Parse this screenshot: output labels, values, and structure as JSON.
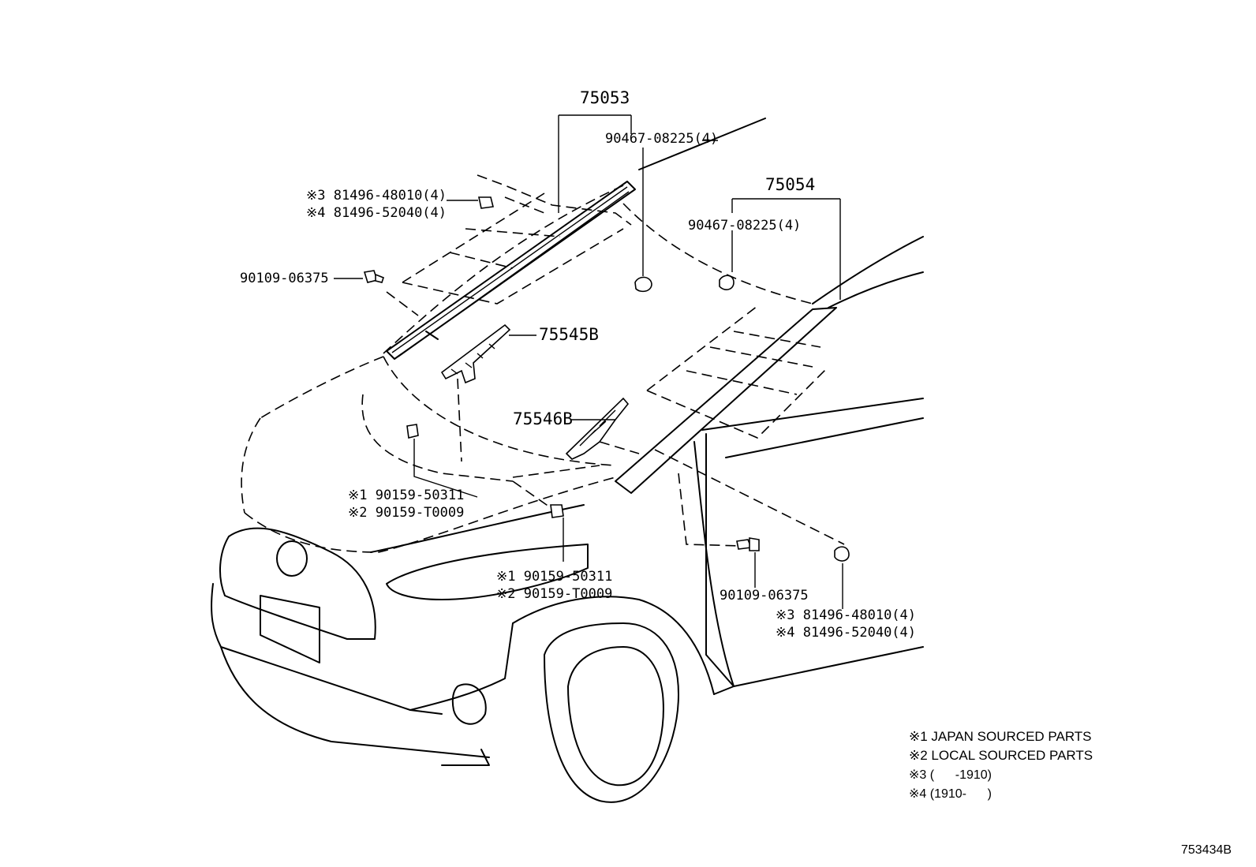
{
  "callouts": {
    "p75053": "75053",
    "p75054": "75054",
    "p75545b": "75545B",
    "p75546b": "75546B",
    "clip_90467_top": "90467-08225(4)",
    "clip_90467_right": "90467-08225(4)",
    "screw_90109_left": "90109-06375",
    "screw_90109_right": "90109-06375",
    "clip_top_3": "※3 81496-48010(4)",
    "clip_top_4": "※4 81496-52040(4)",
    "clip_bottom_3": "※3 81496-48010(4)",
    "clip_bottom_4": "※4 81496-52040(4)",
    "bolt_a_1": "※1 90159-50311",
    "bolt_a_2": "※2 90159-T0009",
    "bolt_b_1": "※1 90159-50311",
    "bolt_b_2": "※2 90159-T0009"
  },
  "legend": {
    "note1": "※1 JAPAN SOURCED PARTS",
    "note2": "※2 LOCAL SOURCED PARTS",
    "note3": "※3 (      -1910)",
    "note4": "※4 (1910-      )"
  },
  "drawing_id": "753434B"
}
